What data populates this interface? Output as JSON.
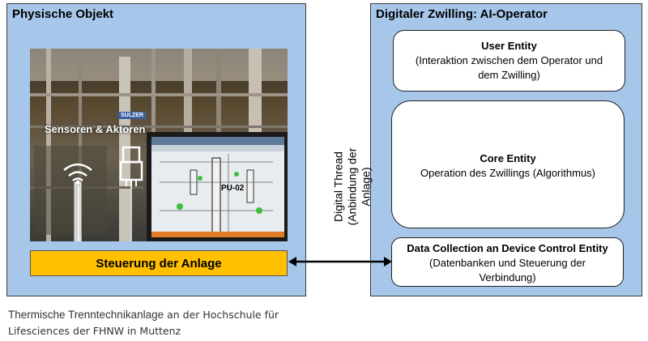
{
  "left_panel": {
    "title": "Physische Objekt",
    "sensor_label": "Sensoren & Aktoren",
    "screen_label": "PU-02",
    "brand_label": "SULZER",
    "control_box": "Steuerung der Anlage"
  },
  "right_panel": {
    "title": "Digitaler Zwilling: AI-Operator",
    "user_entity": {
      "title": "User Entity",
      "desc_1": "(Interaktion zwischen dem Operator und",
      "desc_2": "dem Zwilling)"
    },
    "core_entity": {
      "title": "Core Entity",
      "desc": "Operation des Zwillings (Algorithmus)"
    },
    "data_entity": {
      "title": "Data Collection an Device Control Entity",
      "desc_1": "(Datenbanken und Steuerung der",
      "desc_2": "Verbindung)"
    }
  },
  "thread": {
    "line_1": "Digital Thread",
    "line_2": "(Anbindung der Anlage)"
  },
  "caption": {
    "part_1": "Thermische Trenntechnikanlage",
    "part_2": " an der Hochschule für",
    "line_2": "Lifesciences der  FHNW in Muttenz"
  },
  "colors": {
    "panel": "#a7c7ea",
    "control_box": "#ffc000"
  }
}
